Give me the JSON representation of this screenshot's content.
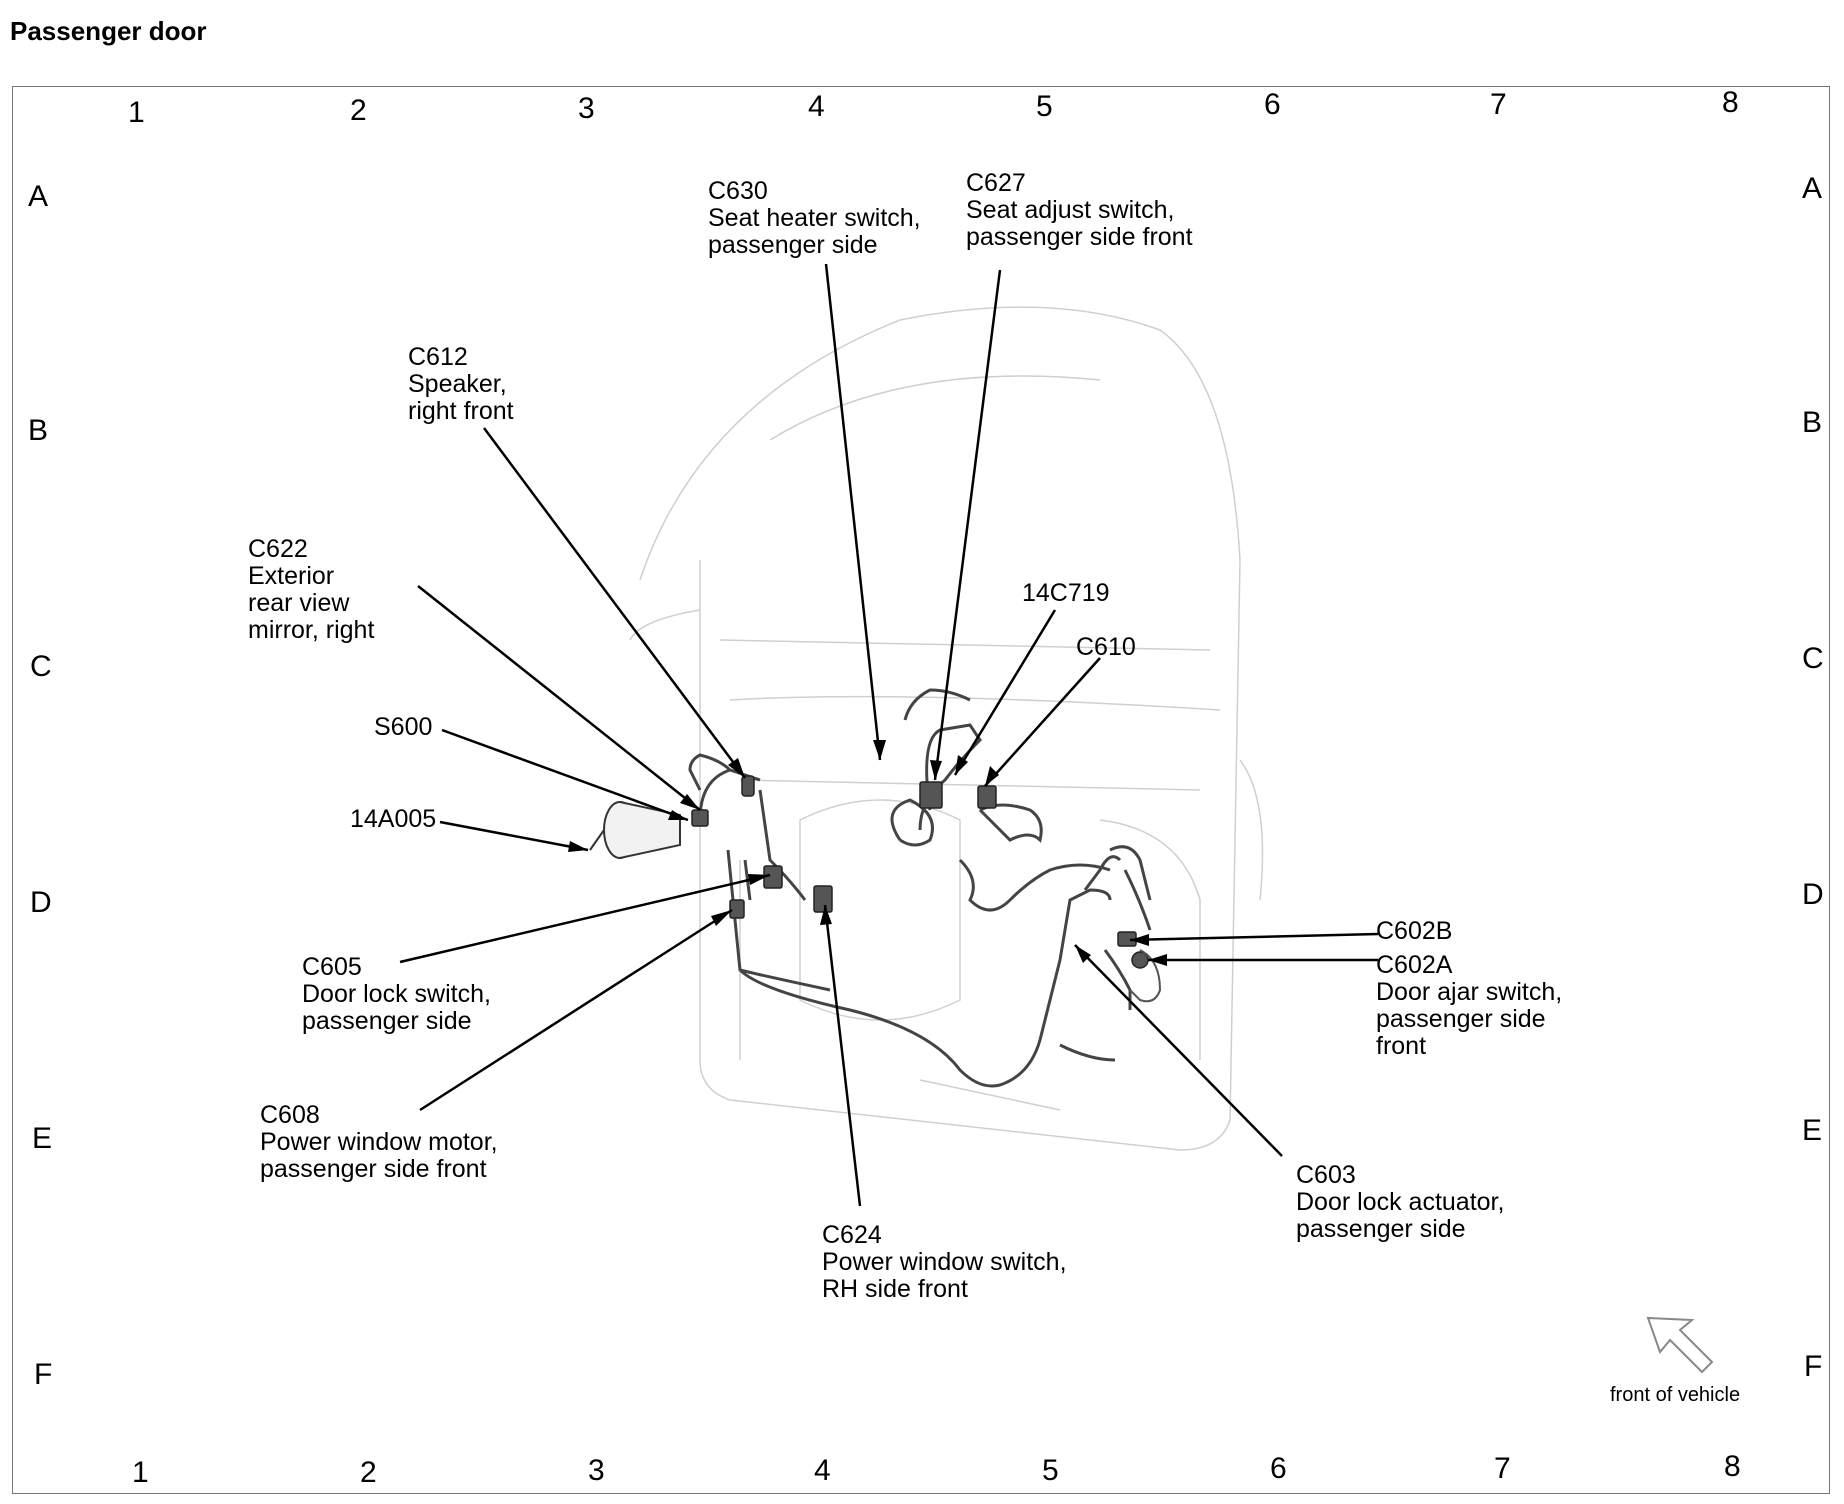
{
  "title": "Passenger door",
  "columns": [
    "1",
    "2",
    "3",
    "4",
    "5",
    "6",
    "7",
    "8"
  ],
  "rows": [
    "A",
    "B",
    "C",
    "D",
    "E",
    "F"
  ],
  "labels": {
    "c630": {
      "code": "C630",
      "text": "Seat heater switch,\npassenger side"
    },
    "c627": {
      "code": "C627",
      "text": "Seat adjust switch,\npassenger side front"
    },
    "c612": {
      "code": "C612",
      "text": "Speaker,\nright front"
    },
    "c622": {
      "code": "C622",
      "text": "Exterior\nrear view\nmirror, right"
    },
    "c14c719": {
      "code": "14C719",
      "text": ""
    },
    "c610": {
      "code": "C610",
      "text": ""
    },
    "s600": {
      "code": "S600",
      "text": ""
    },
    "c14a005": {
      "code": "14A005",
      "text": ""
    },
    "c605": {
      "code": "C605",
      "text": "Door lock switch,\npassenger side"
    },
    "c608": {
      "code": "C608",
      "text": "Power window motor,\npassenger side front"
    },
    "c624": {
      "code": "C624",
      "text": "Power window switch,\nRH side front"
    },
    "c603": {
      "code": "C603",
      "text": "Door lock actuator,\npassenger side"
    },
    "c602b": {
      "code": "C602B",
      "text": ""
    },
    "c602a": {
      "code": "C602A",
      "text": "Door ajar switch,\npassenger side\nfront"
    }
  },
  "front_of_vehicle": "front of vehicle"
}
